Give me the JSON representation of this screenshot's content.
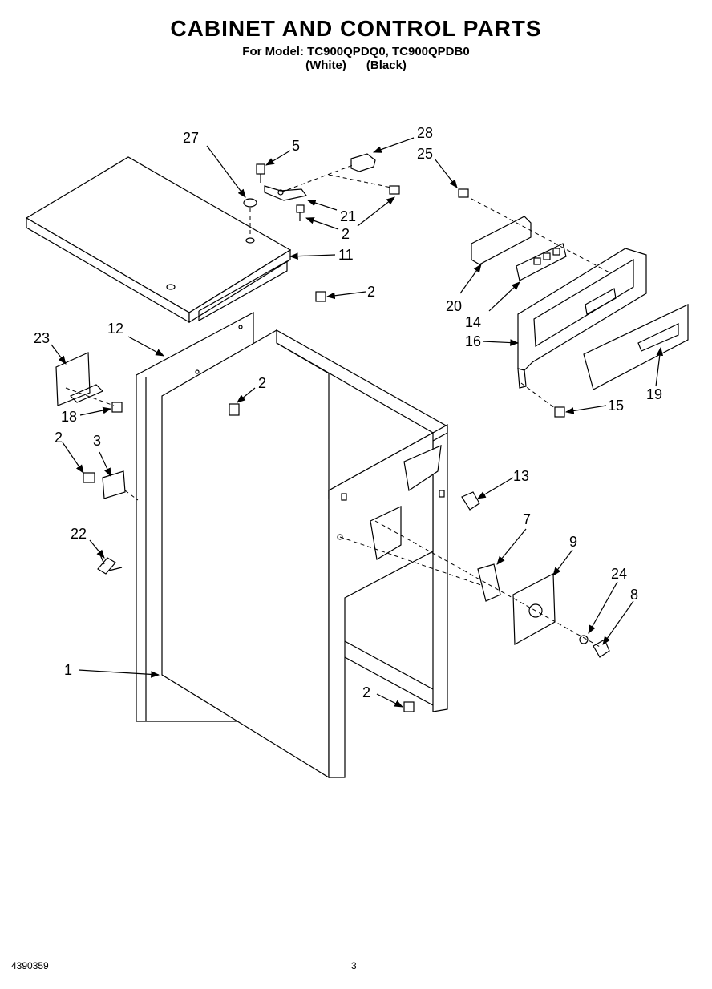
{
  "header": {
    "title": "CABINET AND CONTROL PARTS",
    "models": "For Model: TC900QPDQ0, TC900QPDB0",
    "variants": "(White)      (Black)"
  },
  "footer": {
    "document_number": "4390359",
    "page_number": "3"
  },
  "callouts": {
    "c1": "1",
    "c2a": "2",
    "c2b": "2",
    "c2c": "2",
    "c2d": "2",
    "c2e": "2",
    "c3": "3",
    "c5": "5",
    "c7": "7",
    "c8": "8",
    "c9": "9",
    "c11": "11",
    "c12": "12",
    "c13": "13",
    "c14": "14",
    "c15": "15",
    "c16": "16",
    "c18": "18",
    "c19": "19",
    "c20": "20",
    "c21": "21",
    "c22": "22",
    "c23": "23",
    "c24": "24",
    "c25": "25",
    "c27": "27",
    "c28": "28"
  }
}
